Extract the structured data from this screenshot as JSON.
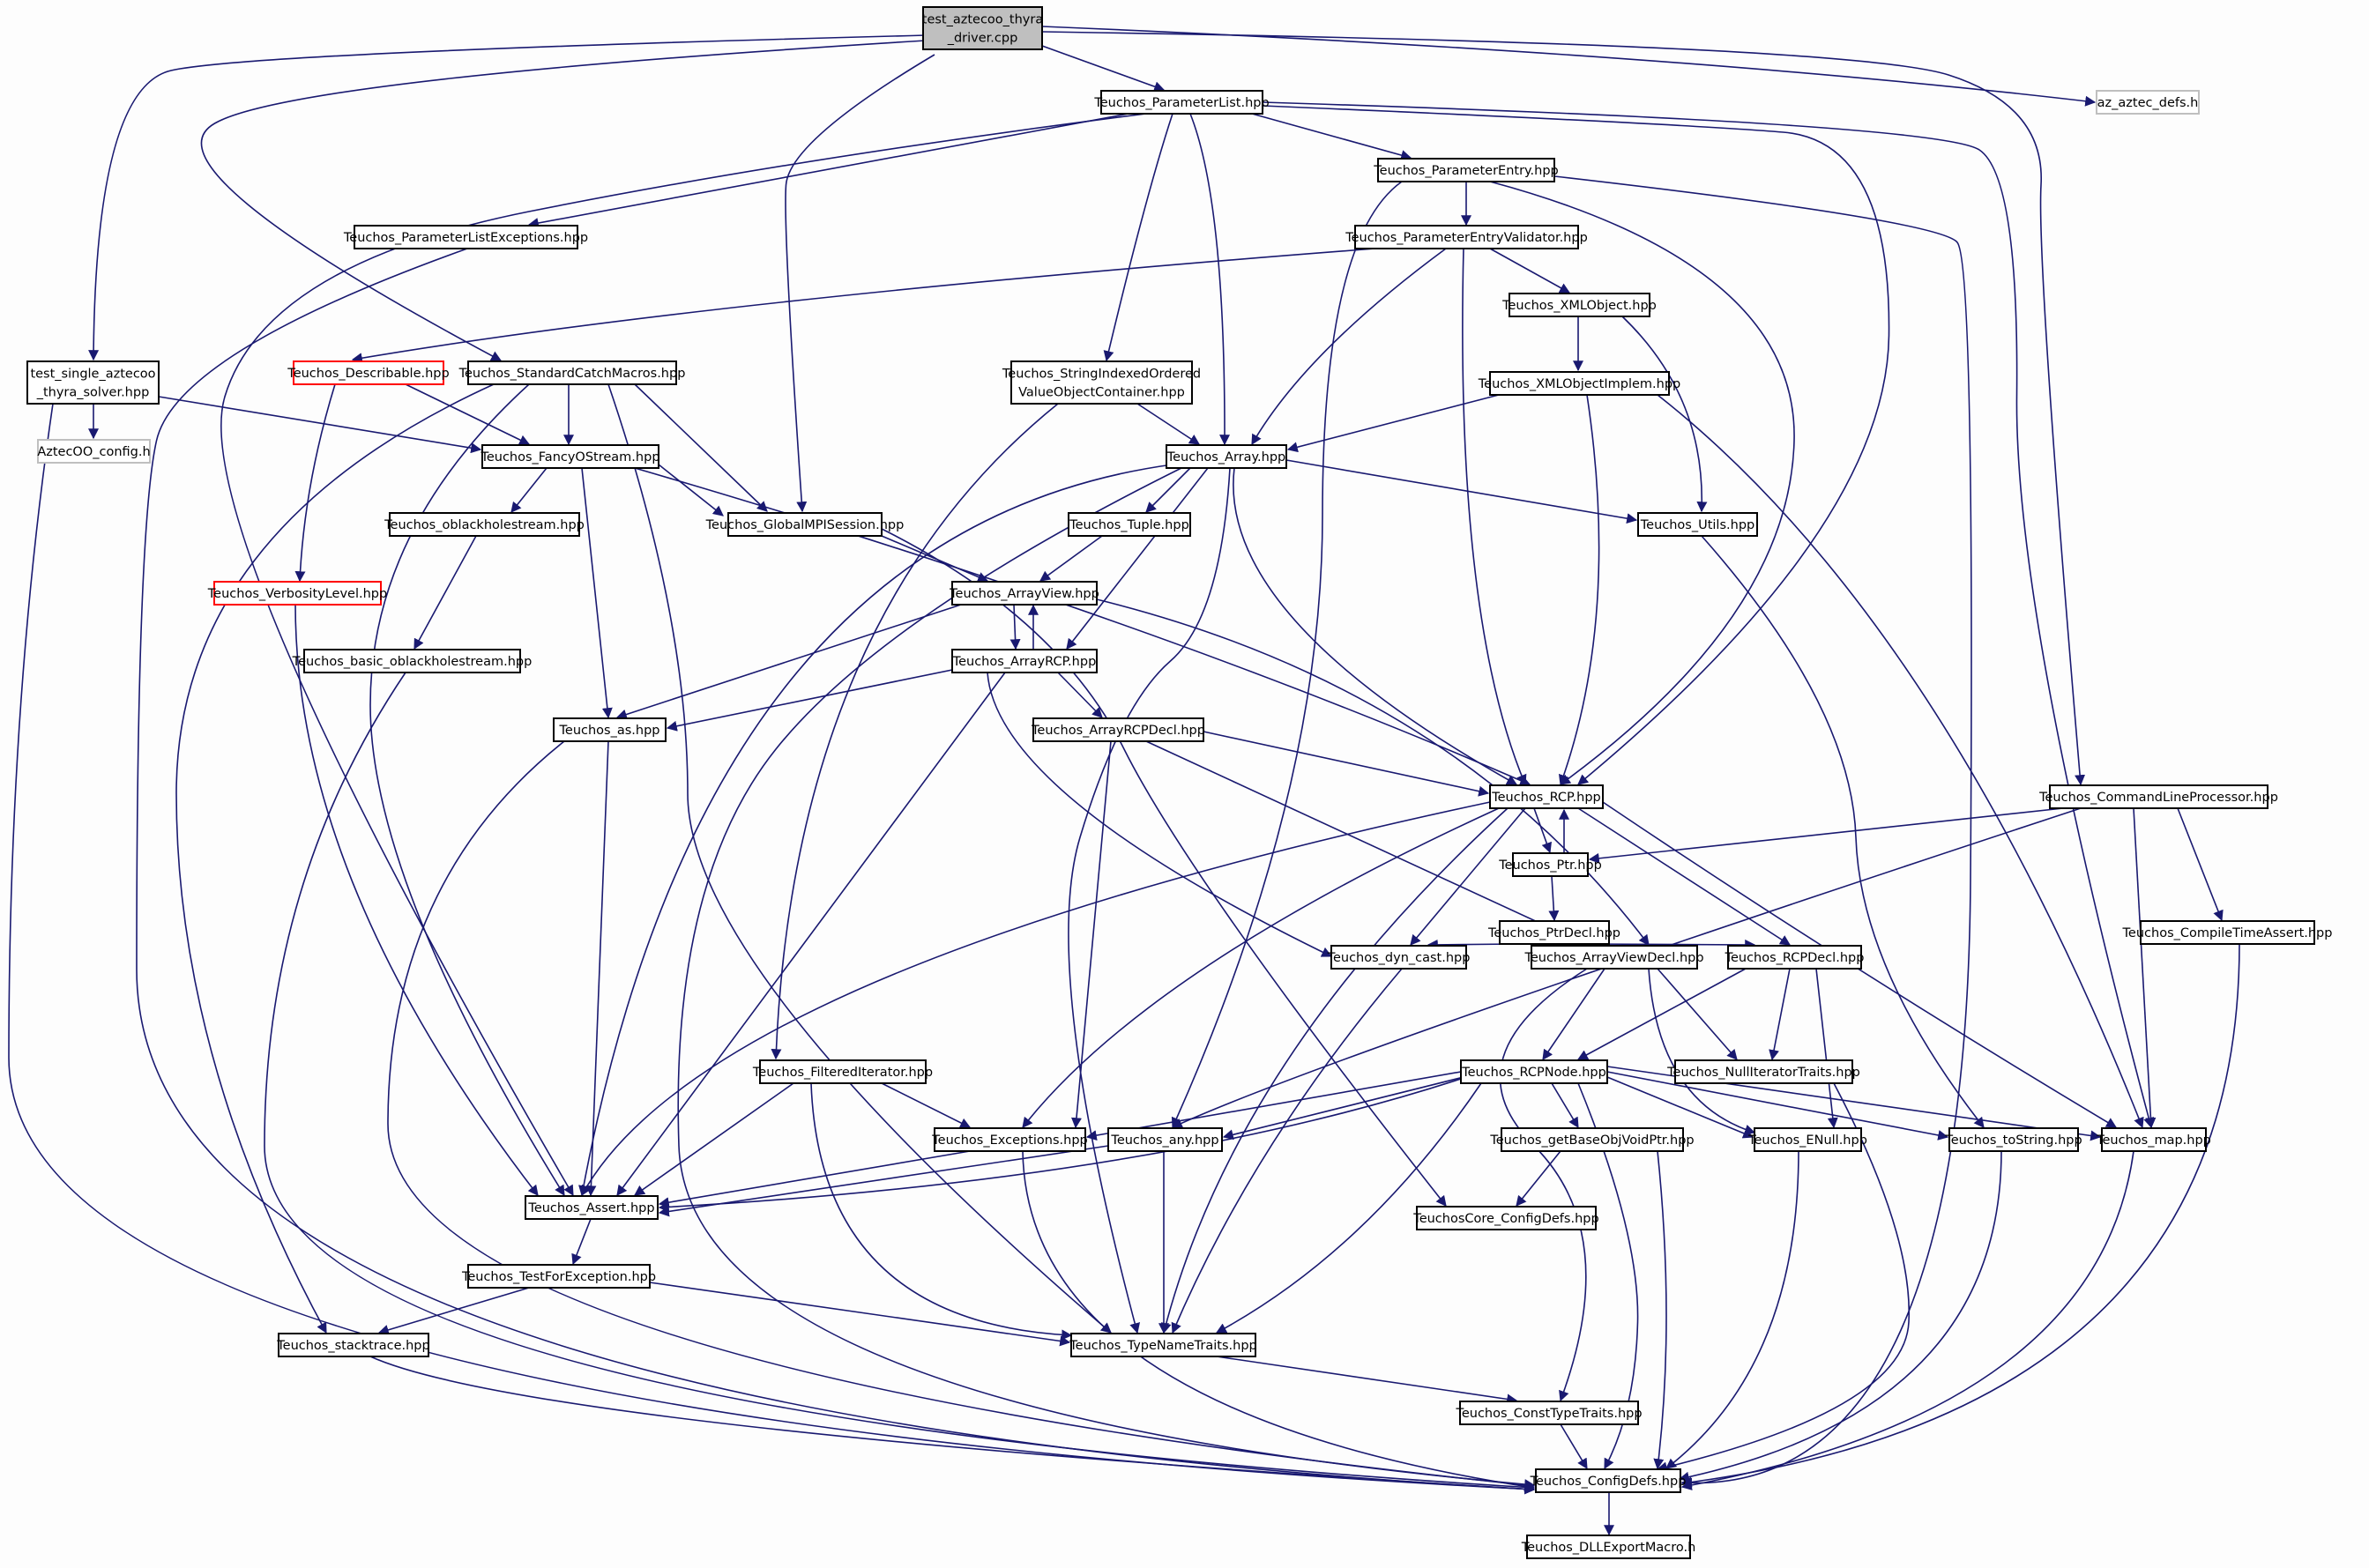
{
  "colors": {
    "edge": "#191970",
    "root_fill": "#bfbfbf",
    "missing_border": "#bfbfbf",
    "truncated_border": "#ff0000",
    "background": "#fdfdfd"
  },
  "nodes": {
    "root": [
      "test_aztecoo_thyra",
      "_driver.cpp"
    ],
    "plist": [
      "Teuchos_ParameterList.hpp"
    ],
    "azdefs": [
      "az_aztec_defs.h"
    ],
    "pentry": [
      "Teuchos_ParameterEntry.hpp"
    ],
    "plexc": [
      "Teuchos_ParameterListExceptions.hpp"
    ],
    "pev": [
      "Teuchos_ParameterEntryValidator.hpp"
    ],
    "xmlobj": [
      "Teuchos_XMLObject.hpp"
    ],
    "tsolver": [
      "test_single_aztecoo",
      "_thyra_solver.hpp"
    ],
    "describ": [
      "Teuchos_Describable.hpp"
    ],
    "catch": [
      "Teuchos_StandardCatchMacros.hpp"
    ],
    "sioc": [
      "Teuchos_StringIndexedOrdered",
      "ValueObjectContainer.hpp"
    ],
    "xmlimpl": [
      "Teuchos_XMLObjectImplem.hpp"
    ],
    "azcfg": [
      "AztecOO_config.h"
    ],
    "fancy": [
      "Teuchos_FancyOStream.hpp"
    ],
    "array": [
      "Teuchos_Array.hpp"
    ],
    "oblack": [
      "Teuchos_oblackholestream.hpp"
    ],
    "gmpi": [
      "Teuchos_GlobalMPISession.hpp"
    ],
    "tuple": [
      "Teuchos_Tuple.hpp"
    ],
    "utils": [
      "Teuchos_Utils.hpp"
    ],
    "verb": [
      "Teuchos_VerbosityLevel.hpp"
    ],
    "aview": [
      "Teuchos_ArrayView.hpp"
    ],
    "basicob": [
      "Teuchos_basic_oblackholestream.hpp"
    ],
    "arcp": [
      "Teuchos_ArrayRCP.hpp"
    ],
    "as": [
      "Teuchos_as.hpp"
    ],
    "arcpd": [
      "Teuchos_ArrayRCPDecl.hpp"
    ],
    "rcp": [
      "Teuchos_RCP.hpp"
    ],
    "clp": [
      "Teuchos_CommandLineProcessor.hpp"
    ],
    "ptr": [
      "Teuchos_Ptr.hpp"
    ],
    "ptrd": [
      "Teuchos_PtrDecl.hpp"
    ],
    "cta": [
      "Teuchos_CompileTimeAssert.hpp"
    ],
    "dyn": [
      "Teuchos_dyn_cast.hpp"
    ],
    "avd": [
      "Teuchos_ArrayViewDecl.hpp"
    ],
    "rcpd": [
      "Teuchos_RCPDecl.hpp"
    ],
    "filt": [
      "Teuchos_FilteredIterator.hpp"
    ],
    "rcpnode": [
      "Teuchos_RCPNode.hpp"
    ],
    "nullit": [
      "Teuchos_NullIteratorTraits.hpp"
    ],
    "excp": [
      "Teuchos_Exceptions.hpp"
    ],
    "any": [
      "Teuchos_any.hpp"
    ],
    "gbovp": [
      "Teuchos_getBaseObjVoidPtr.hpp"
    ],
    "enull": [
      "Teuchos_ENull.hpp"
    ],
    "tostr": [
      "Teuchos_toString.hpp"
    ],
    "map": [
      "Teuchos_map.hpp"
    ],
    "assert": [
      "Teuchos_Assert.hpp"
    ],
    "tcdefs": [
      "TeuchosCore_ConfigDefs.hpp"
    ],
    "tfe": [
      "Teuchos_TestForException.hpp"
    ],
    "stack": [
      "Teuchos_stacktrace.hpp"
    ],
    "tnt": [
      "Teuchos_TypeNameTraits.hpp"
    ],
    "ctt": [
      "Teuchos_ConstTypeTraits.hpp"
    ],
    "cfg": [
      "Teuchos_ConfigDefs.hpp"
    ],
    "dll": [
      "Teuchos_DLLExportMacro.h"
    ]
  }
}
